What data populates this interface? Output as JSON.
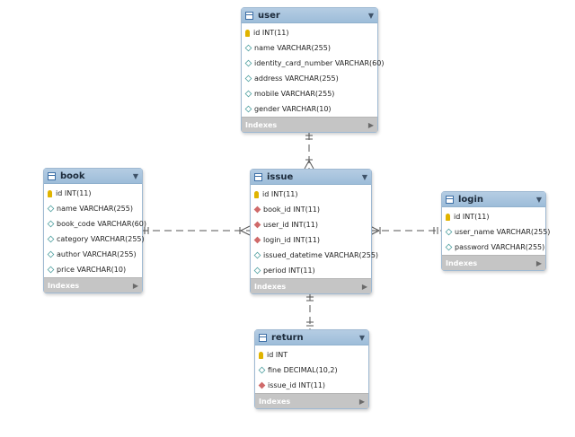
{
  "tables": {
    "user": {
      "title": "user",
      "columns": [
        {
          "text": "id INT(11)",
          "icon": "primary-key-icon"
        },
        {
          "text": "name VARCHAR(255)",
          "icon": "column-icon"
        },
        {
          "text": "identity_card_number VARCHAR(60)",
          "icon": "column-icon"
        },
        {
          "text": "address VARCHAR(255)",
          "icon": "column-icon"
        },
        {
          "text": "mobile VARCHAR(255)",
          "icon": "column-icon"
        },
        {
          "text": "gender VARCHAR(10)",
          "icon": "column-icon"
        }
      ],
      "footer": "Indexes"
    },
    "book": {
      "title": "book",
      "columns": [
        {
          "text": "id INT(11)",
          "icon": "primary-key-icon"
        },
        {
          "text": "name VARCHAR(255)",
          "icon": "column-icon"
        },
        {
          "text": "book_code VARCHAR(60)",
          "icon": "column-icon"
        },
        {
          "text": "category VARCHAR(255)",
          "icon": "column-icon"
        },
        {
          "text": "author VARCHAR(255)",
          "icon": "column-icon"
        },
        {
          "text": "price VARCHAR(10)",
          "icon": "column-icon"
        }
      ],
      "footer": "Indexes"
    },
    "issue": {
      "title": "issue",
      "columns": [
        {
          "text": "id INT(11)",
          "icon": "primary-key-icon"
        },
        {
          "text": "book_id INT(11)",
          "icon": "foreign-key-icon"
        },
        {
          "text": "user_id INT(11)",
          "icon": "foreign-key-icon"
        },
        {
          "text": "login_id INT(11)",
          "icon": "foreign-key-icon"
        },
        {
          "text": "issued_datetime VARCHAR(255)",
          "icon": "column-icon"
        },
        {
          "text": "period INT(11)",
          "icon": "column-icon"
        }
      ],
      "footer": "Indexes"
    },
    "login": {
      "title": "login",
      "columns": [
        {
          "text": "id INT(11)",
          "icon": "primary-key-icon"
        },
        {
          "text": "user_name VARCHAR(255)",
          "icon": "column-icon"
        },
        {
          "text": "password VARCHAR(255)",
          "icon": "column-icon"
        }
      ],
      "footer": "Indexes"
    },
    "return": {
      "title": "return",
      "columns": [
        {
          "text": "id INT",
          "icon": "primary-key-icon"
        },
        {
          "text": "fine DECIMAL(10,2)",
          "icon": "column-icon"
        },
        {
          "text": "issue_id INT(11)",
          "icon": "foreign-key-icon"
        }
      ],
      "footer": "Indexes"
    }
  },
  "relationships": [
    {
      "from": "user",
      "to": "issue",
      "type": "one-to-many"
    },
    {
      "from": "book",
      "to": "issue",
      "type": "one-to-many"
    },
    {
      "from": "login",
      "to": "issue",
      "type": "one-to-many"
    },
    {
      "from": "issue",
      "to": "return",
      "type": "one-to-one"
    }
  ],
  "colors": {
    "header": "#9dbdd9",
    "footer": "#c5c5c5",
    "primary_key": "#e0b400",
    "foreign_key": "#d06a6a",
    "column": "#50a0a0",
    "connector": "#555555"
  }
}
